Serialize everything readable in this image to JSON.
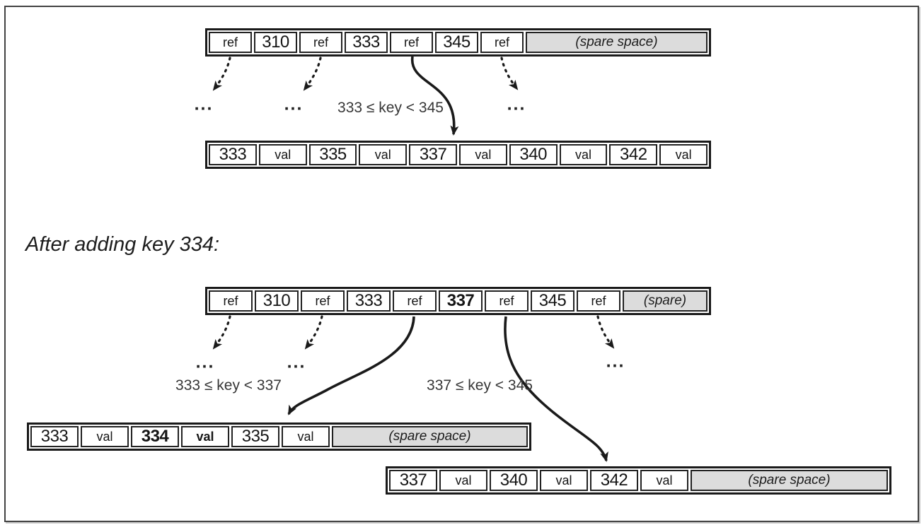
{
  "colors": {
    "frame_border": "#424242",
    "cell_border": "#1a1a1a",
    "spare_background": "#dcdcdc",
    "arrow": "#1a1a1a",
    "label_text": "#363636"
  },
  "heading": "After adding key 334:",
  "ellipsis": "...",
  "before": {
    "inner_node": {
      "cells": [
        {
          "type": "ref",
          "text": "ref"
        },
        {
          "type": "key",
          "text": "310"
        },
        {
          "type": "ref",
          "text": "ref"
        },
        {
          "type": "key",
          "text": "333"
        },
        {
          "type": "ref",
          "text": "ref"
        },
        {
          "type": "key",
          "text": "345"
        },
        {
          "type": "ref",
          "text": "ref"
        },
        {
          "type": "spare",
          "text": "(spare space)"
        }
      ]
    },
    "leaf_node": {
      "cells": [
        {
          "type": "key",
          "text": "333"
        },
        {
          "type": "val",
          "text": "val"
        },
        {
          "type": "key",
          "text": "335"
        },
        {
          "type": "val",
          "text": "val"
        },
        {
          "type": "key",
          "text": "337"
        },
        {
          "type": "val",
          "text": "val"
        },
        {
          "type": "key",
          "text": "340"
        },
        {
          "type": "val",
          "text": "val"
        },
        {
          "type": "key",
          "text": "342"
        },
        {
          "type": "val",
          "text": "val"
        }
      ]
    },
    "range_label": "333 ≤ key < 345"
  },
  "after": {
    "inner_node": {
      "cells": [
        {
          "type": "ref",
          "text": "ref"
        },
        {
          "type": "key",
          "text": "310"
        },
        {
          "type": "ref",
          "text": "ref"
        },
        {
          "type": "key",
          "text": "333"
        },
        {
          "type": "ref",
          "text": "ref"
        },
        {
          "type": "key",
          "text": "337",
          "bold": true
        },
        {
          "type": "ref",
          "text": "ref"
        },
        {
          "type": "key",
          "text": "345"
        },
        {
          "type": "ref",
          "text": "ref"
        },
        {
          "type": "spare",
          "text": "(spare)"
        }
      ]
    },
    "left_leaf": {
      "cells": [
        {
          "type": "key",
          "text": "333"
        },
        {
          "type": "val",
          "text": "val"
        },
        {
          "type": "key",
          "text": "334",
          "bold": true
        },
        {
          "type": "val",
          "text": "val",
          "bold": true
        },
        {
          "type": "key",
          "text": "335"
        },
        {
          "type": "val",
          "text": "val"
        },
        {
          "type": "spare",
          "text": "(spare space)"
        }
      ]
    },
    "right_leaf": {
      "cells": [
        {
          "type": "key",
          "text": "337"
        },
        {
          "type": "val",
          "text": "val"
        },
        {
          "type": "key",
          "text": "340"
        },
        {
          "type": "val",
          "text": "val"
        },
        {
          "type": "key",
          "text": "342"
        },
        {
          "type": "val",
          "text": "val"
        },
        {
          "type": "spare",
          "text": "(spare space)"
        }
      ]
    },
    "range_label_left": "333 ≤ key < 337",
    "range_label_right": "337 ≤ key < 345"
  }
}
